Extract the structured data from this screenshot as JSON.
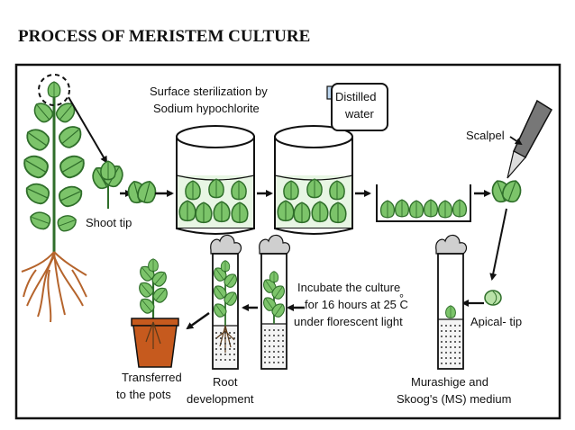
{
  "title": "PROCESS OF MERISTEM CULTURE",
  "labels": {
    "sterilization_line1": "Surface sterilization by",
    "sterilization_line2": "Sodium hypochlorite",
    "distilled_line1": "Distilled",
    "distilled_line2": "water",
    "scalpel": "Scalpel",
    "shoot_tip": "Shoot tip",
    "apical_tip": "Apical- tip",
    "incubate_line1": "Incubate the culture",
    "incubate_line2": "for 16 hours at 25 C",
    "incubate_line3": "under florescent light",
    "ms_line1": "Murashige and",
    "ms_line2": "Skoog's (MS) medium",
    "root_line1": "Root",
    "root_line2": "development",
    "pots_line1": "Transferred",
    "pots_line2": "to the pots"
  },
  "colors": {
    "leaf": "#7cc46a",
    "leaf_dark": "#2f6e2a",
    "root": "#b5642c",
    "pot": "#c65a1e",
    "frame": "#111111",
    "beaker_water": "#e8f6e4",
    "cap": "#cfcfcf"
  }
}
